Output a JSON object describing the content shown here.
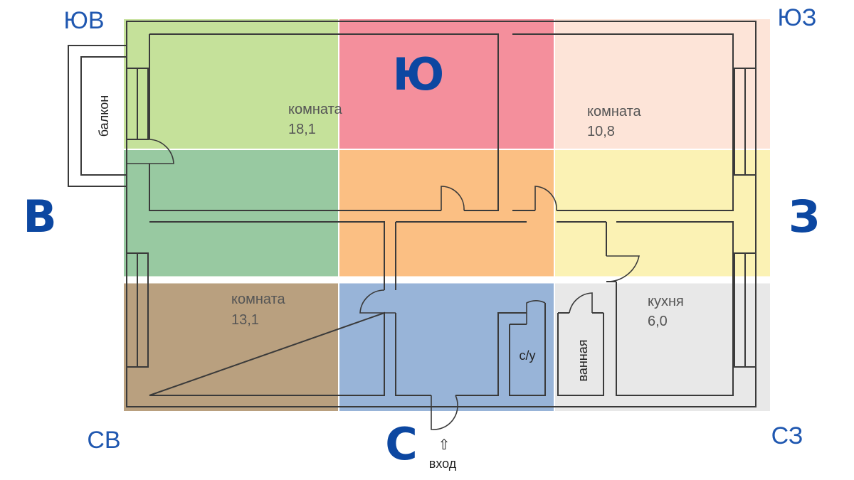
{
  "directions": {
    "south": "Ю",
    "north": "С",
    "east": "В",
    "west": "З",
    "south_east": "ЮВ",
    "south_west": "ЮЗ",
    "north_east": "СВ",
    "north_west": "СЗ"
  },
  "rooms": [
    {
      "name": "комната",
      "area": "18,1"
    },
    {
      "name": "комната",
      "area": "10,8"
    },
    {
      "name": "комната",
      "area": "13,1"
    },
    {
      "name": "кухня",
      "area": "6,0"
    }
  ],
  "labels": {
    "balcony": "балкон",
    "toilet": "с/у",
    "bathroom": "ванная",
    "entrance": "вход",
    "entrance_arrow": "⇧"
  },
  "zone_colors": {
    "south_east": "#c5e19a",
    "south": "#f48f9c",
    "south_west": "#fde4d8",
    "east": "#98c9a1",
    "center": "#fbbf83",
    "west": "#fbf2b4",
    "north_east": "#b9a07f",
    "north": "#98b4d8",
    "north_west": "#e8e8e8"
  }
}
